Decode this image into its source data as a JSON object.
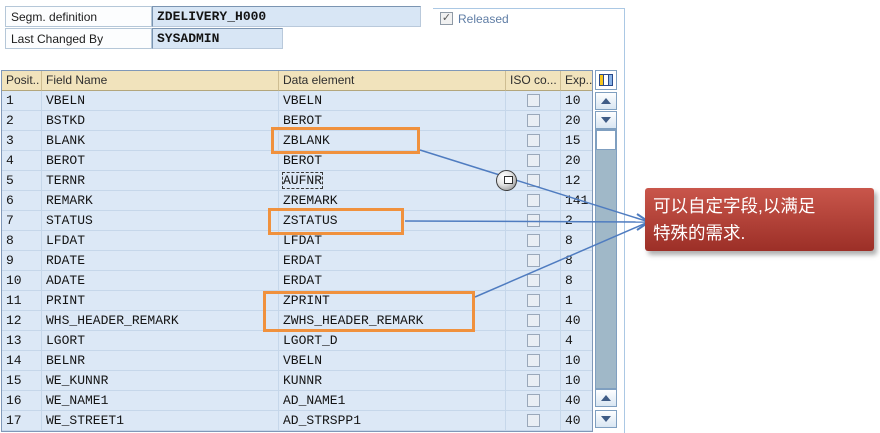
{
  "header": {
    "segm_definition_label": "Segm. definition",
    "segm_definition_value": "ZDELIVERY_H000",
    "last_changed_by_label": "Last Changed By",
    "last_changed_by_value": "SYSADMIN",
    "released_label": "Released",
    "released_checked": true
  },
  "table": {
    "columns": [
      "Posit..",
      "Field Name",
      "Data element",
      "ISO co...",
      "Exp..."
    ],
    "rows": [
      {
        "pos": "1",
        "field": "VBELN",
        "element": "VBELN",
        "exp": "10"
      },
      {
        "pos": "2",
        "field": "BSTKD",
        "element": "BEROT",
        "exp": "20"
      },
      {
        "pos": "3",
        "field": "BLANK",
        "element": "ZBLANK",
        "exp": "15"
      },
      {
        "pos": "4",
        "field": "BEROT",
        "element": "BEROT",
        "exp": "20"
      },
      {
        "pos": "5",
        "field": "TERNR",
        "element": "AUFNR",
        "exp": "12",
        "focused": true
      },
      {
        "pos": "6",
        "field": "REMARK",
        "element": "ZREMARK",
        "exp": "141"
      },
      {
        "pos": "7",
        "field": "STATUS",
        "element": "ZSTATUS",
        "exp": "2"
      },
      {
        "pos": "8",
        "field": "LFDAT",
        "element": "LFDAT",
        "exp": "8"
      },
      {
        "pos": "9",
        "field": "RDATE",
        "element": "ERDAT",
        "exp": "8"
      },
      {
        "pos": "10",
        "field": "ADATE",
        "element": "ERDAT",
        "exp": "8"
      },
      {
        "pos": "11",
        "field": "PRINT",
        "element": "ZPRINT",
        "exp": "1"
      },
      {
        "pos": "12",
        "field": "WHS_HEADER_REMARK",
        "element": "ZWHS_HEADER_REMARK",
        "exp": "40"
      },
      {
        "pos": "13",
        "field": "LGORT",
        "element": "LGORT_D",
        "exp": "4"
      },
      {
        "pos": "14",
        "field": "BELNR",
        "element": "VBELN",
        "exp": "10"
      },
      {
        "pos": "15",
        "field": "WE_KUNNR",
        "element": "KUNNR",
        "exp": "10"
      },
      {
        "pos": "16",
        "field": "WE_NAME1",
        "element": "AD_NAME1",
        "exp": "40"
      },
      {
        "pos": "17",
        "field": "WE_STREET1",
        "element": "AD_STRSPP1",
        "exp": "40"
      }
    ]
  },
  "annotation": {
    "callout_text": "可以自定字段,以满足\n特殊的需求.",
    "callout_color": "#b03a30",
    "highlight_color": "#f0913d",
    "arrow_color": "#4f7cc0"
  },
  "icons": {
    "check_glyph": "✓"
  }
}
